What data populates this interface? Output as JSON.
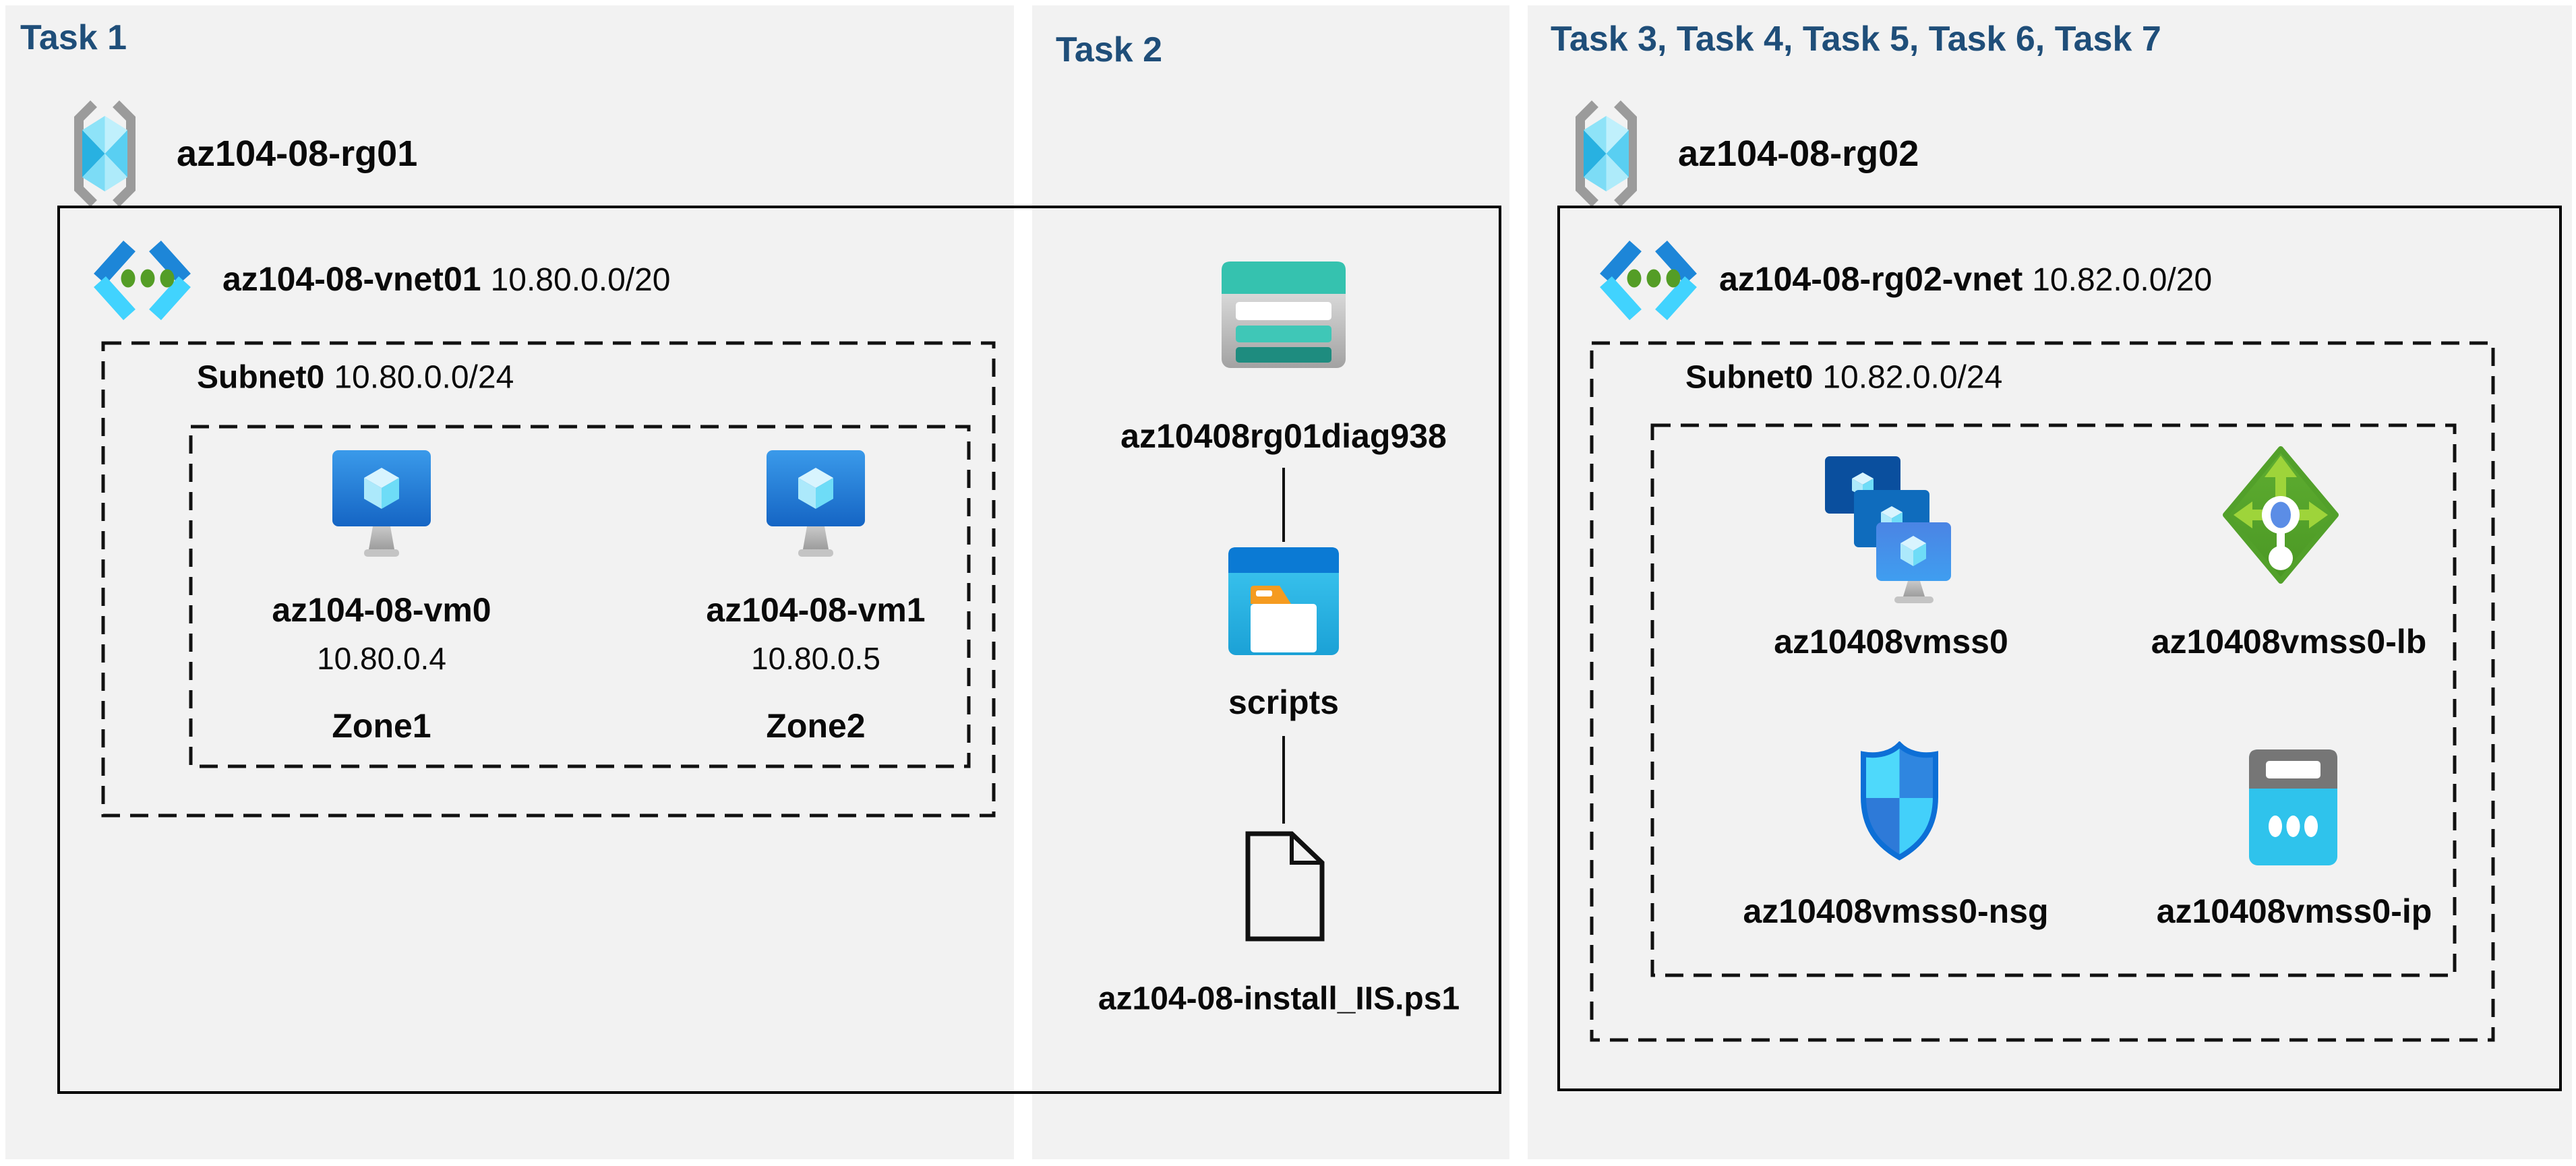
{
  "task1": {
    "header": "Task 1",
    "resource_group": "az104-08-rg01",
    "vnet_name": "az104-08-vnet01",
    "vnet_cidr": "10.80.0.0/20",
    "subnet_name": "Subnet0",
    "subnet_cidr": "10.80.0.0/24",
    "vms": [
      {
        "name": "az104-08-vm0",
        "ip": "10.80.0.4",
        "zone": "Zone1",
        "icon": "virtual-machine-icon"
      },
      {
        "name": "az104-08-vm1",
        "ip": "10.80.0.5",
        "zone": "Zone2",
        "icon": "virtual-machine-icon"
      }
    ]
  },
  "task2": {
    "header": "Task 2",
    "storage_account": "az10408rg01diag938",
    "container": "scripts",
    "script_file": "az104-08-install_IIS.ps1",
    "icons": [
      "storage-account-icon",
      "blob-container-icon",
      "script-file-icon"
    ]
  },
  "task3": {
    "header": "Task 3, Task 4, Task 5, Task 6, Task 7",
    "resource_group": "az104-08-rg02",
    "vnet_name": "az104-08-rg02-vnet",
    "vnet_cidr": "10.82.0.0/20",
    "subnet_name": "Subnet0",
    "subnet_cidr": "10.82.0.0/24",
    "resources": [
      {
        "name": "az10408vmss0",
        "icon": "vm-scale-set-icon"
      },
      {
        "name": "az10408vmss0-lb",
        "icon": "load-balancer-icon"
      },
      {
        "name": "az10408vmss0-nsg",
        "icon": "network-security-group-icon"
      },
      {
        "name": "az10408vmss0-ip",
        "icon": "public-ip-icon"
      }
    ]
  },
  "colors": {
    "header_text": "#1f4e79",
    "panel_bg": "#f2f2f2",
    "outline_black": "#000000",
    "storage_teal": "#35c2af",
    "blob_header_blue": "#0b7ad4",
    "folder_tab_orange": "#f59b20",
    "vm_screen_blue": "#1565c4",
    "vmss_back_blue": "#0a4f9e",
    "lb_green": "#55a32c",
    "lb_arrow_green": "#9ed43a",
    "nsg_outline_blue": "#0d6fd6",
    "nsg_cyan": "#4ed9fb",
    "vnet_chevron_blue": "#1d86d8",
    "vnet_chevron_cyan": "#41d3fe",
    "vnet_dot_green": "#549d26",
    "public_ip_cyan": "#2fc3ec",
    "bracket_gray": "#9b9b9b"
  }
}
